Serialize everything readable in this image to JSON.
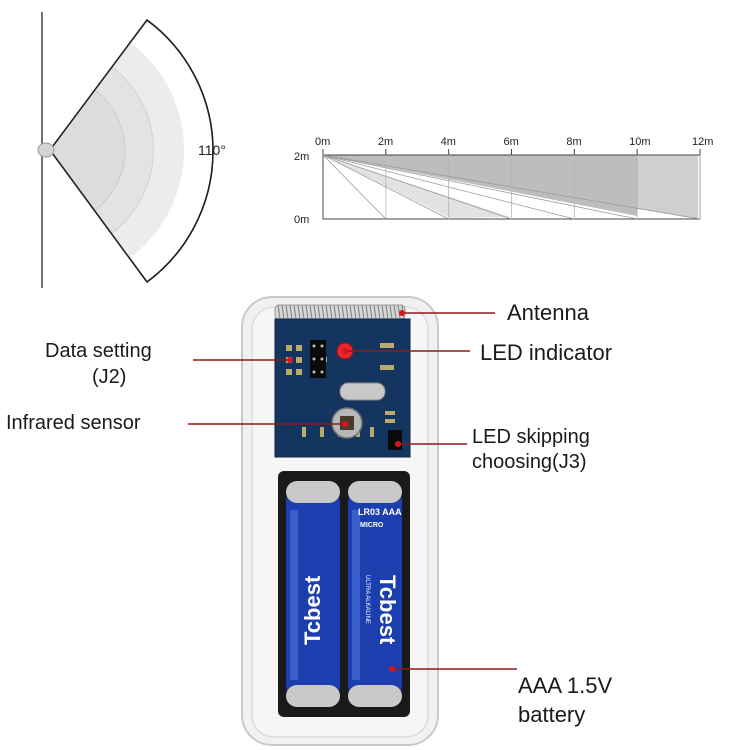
{
  "fan_diagram": {
    "angle_label": "110°"
  },
  "range_diagram": {
    "x_ticks": [
      "0m",
      "2m",
      "4m",
      "6m",
      "8m",
      "10m",
      "12m"
    ],
    "y_ticks": [
      "2m",
      "0m"
    ]
  },
  "device": {
    "battery_brand": "Tcbest",
    "battery_model": "LR03 AAA",
    "battery_subtext": "ULTRA ALKALINE",
    "battery_type_tag": "MICRO"
  },
  "callouts": {
    "antenna": "Antenna",
    "led_indicator": "LED indicator",
    "data_setting_line1": "Data setting",
    "data_setting_line2": "(J2)",
    "infrared_sensor": "Infrared sensor",
    "led_skipping_line1": "LED skipping",
    "led_skipping_line2": "choosing(J3)",
    "battery_line1": "AAA 1.5V",
    "battery_line2": "battery"
  },
  "colors": {
    "callout_line": "#8b1a1a",
    "callout_dot": "#d9141c",
    "pcb": "#14355f",
    "battery_blue": "#1c3fb0"
  }
}
